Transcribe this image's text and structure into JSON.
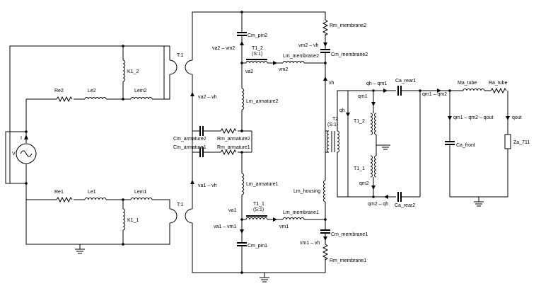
{
  "diagram": {
    "labels": {
      "source_current": "I",
      "source_voltage": "V",
      "re2": "Re2",
      "le2": "Le2",
      "lem2": "Lem2",
      "k1_2": "K1_2",
      "t1_top": "T:1",
      "re1": "Re1",
      "le1": "Le1",
      "lem1": "Lem1",
      "k1_1": "K1_1",
      "t1_bottom": "T:1",
      "cm_pin2": "Cm_pin2",
      "rm_membrane2": "Rm_membrane2",
      "va2_vm2": "va2 – vm2",
      "vm2_vh": "vm2 – vh",
      "t1_2_mech": "T1_2",
      "t1_2_ratio": "(S:1)",
      "lm_membrane2": "Lm_membrane2",
      "cm_membrane2": "Cm_membrane2",
      "va2": "va2",
      "vm2": "vm2",
      "vh": "vh",
      "va2_vh": "va2 – vh",
      "lm_armature2": "Lm_armature2",
      "cm_armature2": "Cm_armature2",
      "rm_armature2": "Rm_armature2",
      "cm_armature1": "Cm_armature1",
      "rm_armature1": "Rm_armature1",
      "va1_vh": "va1 – vh",
      "lm_armature1": "Lm_armature1",
      "lm_housing": "Lm_housing",
      "t2": "T2",
      "t2_ratio": "(S:1)",
      "va1": "va1",
      "t1_1_mech": "T1_1",
      "t1_1_ratio": "(S:1)",
      "lm_membrane1": "Lm_membrane1",
      "va1_vm1": "va1 – vm1",
      "vm1": "vm1",
      "cm_membrane1": "Cm_membrane1",
      "cm_pin1": "Cm_pin1",
      "vm1_vh": "vm1 – vh",
      "rm_membrane1": "Rm_membrane1",
      "qh_qm1": "qh – qm1",
      "ca_rear1": "Ca_rear1",
      "qm1": "qm1",
      "qh": "qh",
      "t1_2_acoustic": "T1_2",
      "t1_1_acoustic": "T1_1",
      "qm2": "qm2",
      "qm2_qh": "qm2 – qh",
      "ca_rear2": "Ca_rear2",
      "qm1_qm2": "qm1 – qm2",
      "ma_tube": "Ma_tube",
      "ra_tube": "Ra_tube",
      "qm1_qm2_qout": "qm1 – qm2 – qout",
      "qout": "qout",
      "ca_front": "Ca_front",
      "za_711": "Za_711"
    }
  }
}
